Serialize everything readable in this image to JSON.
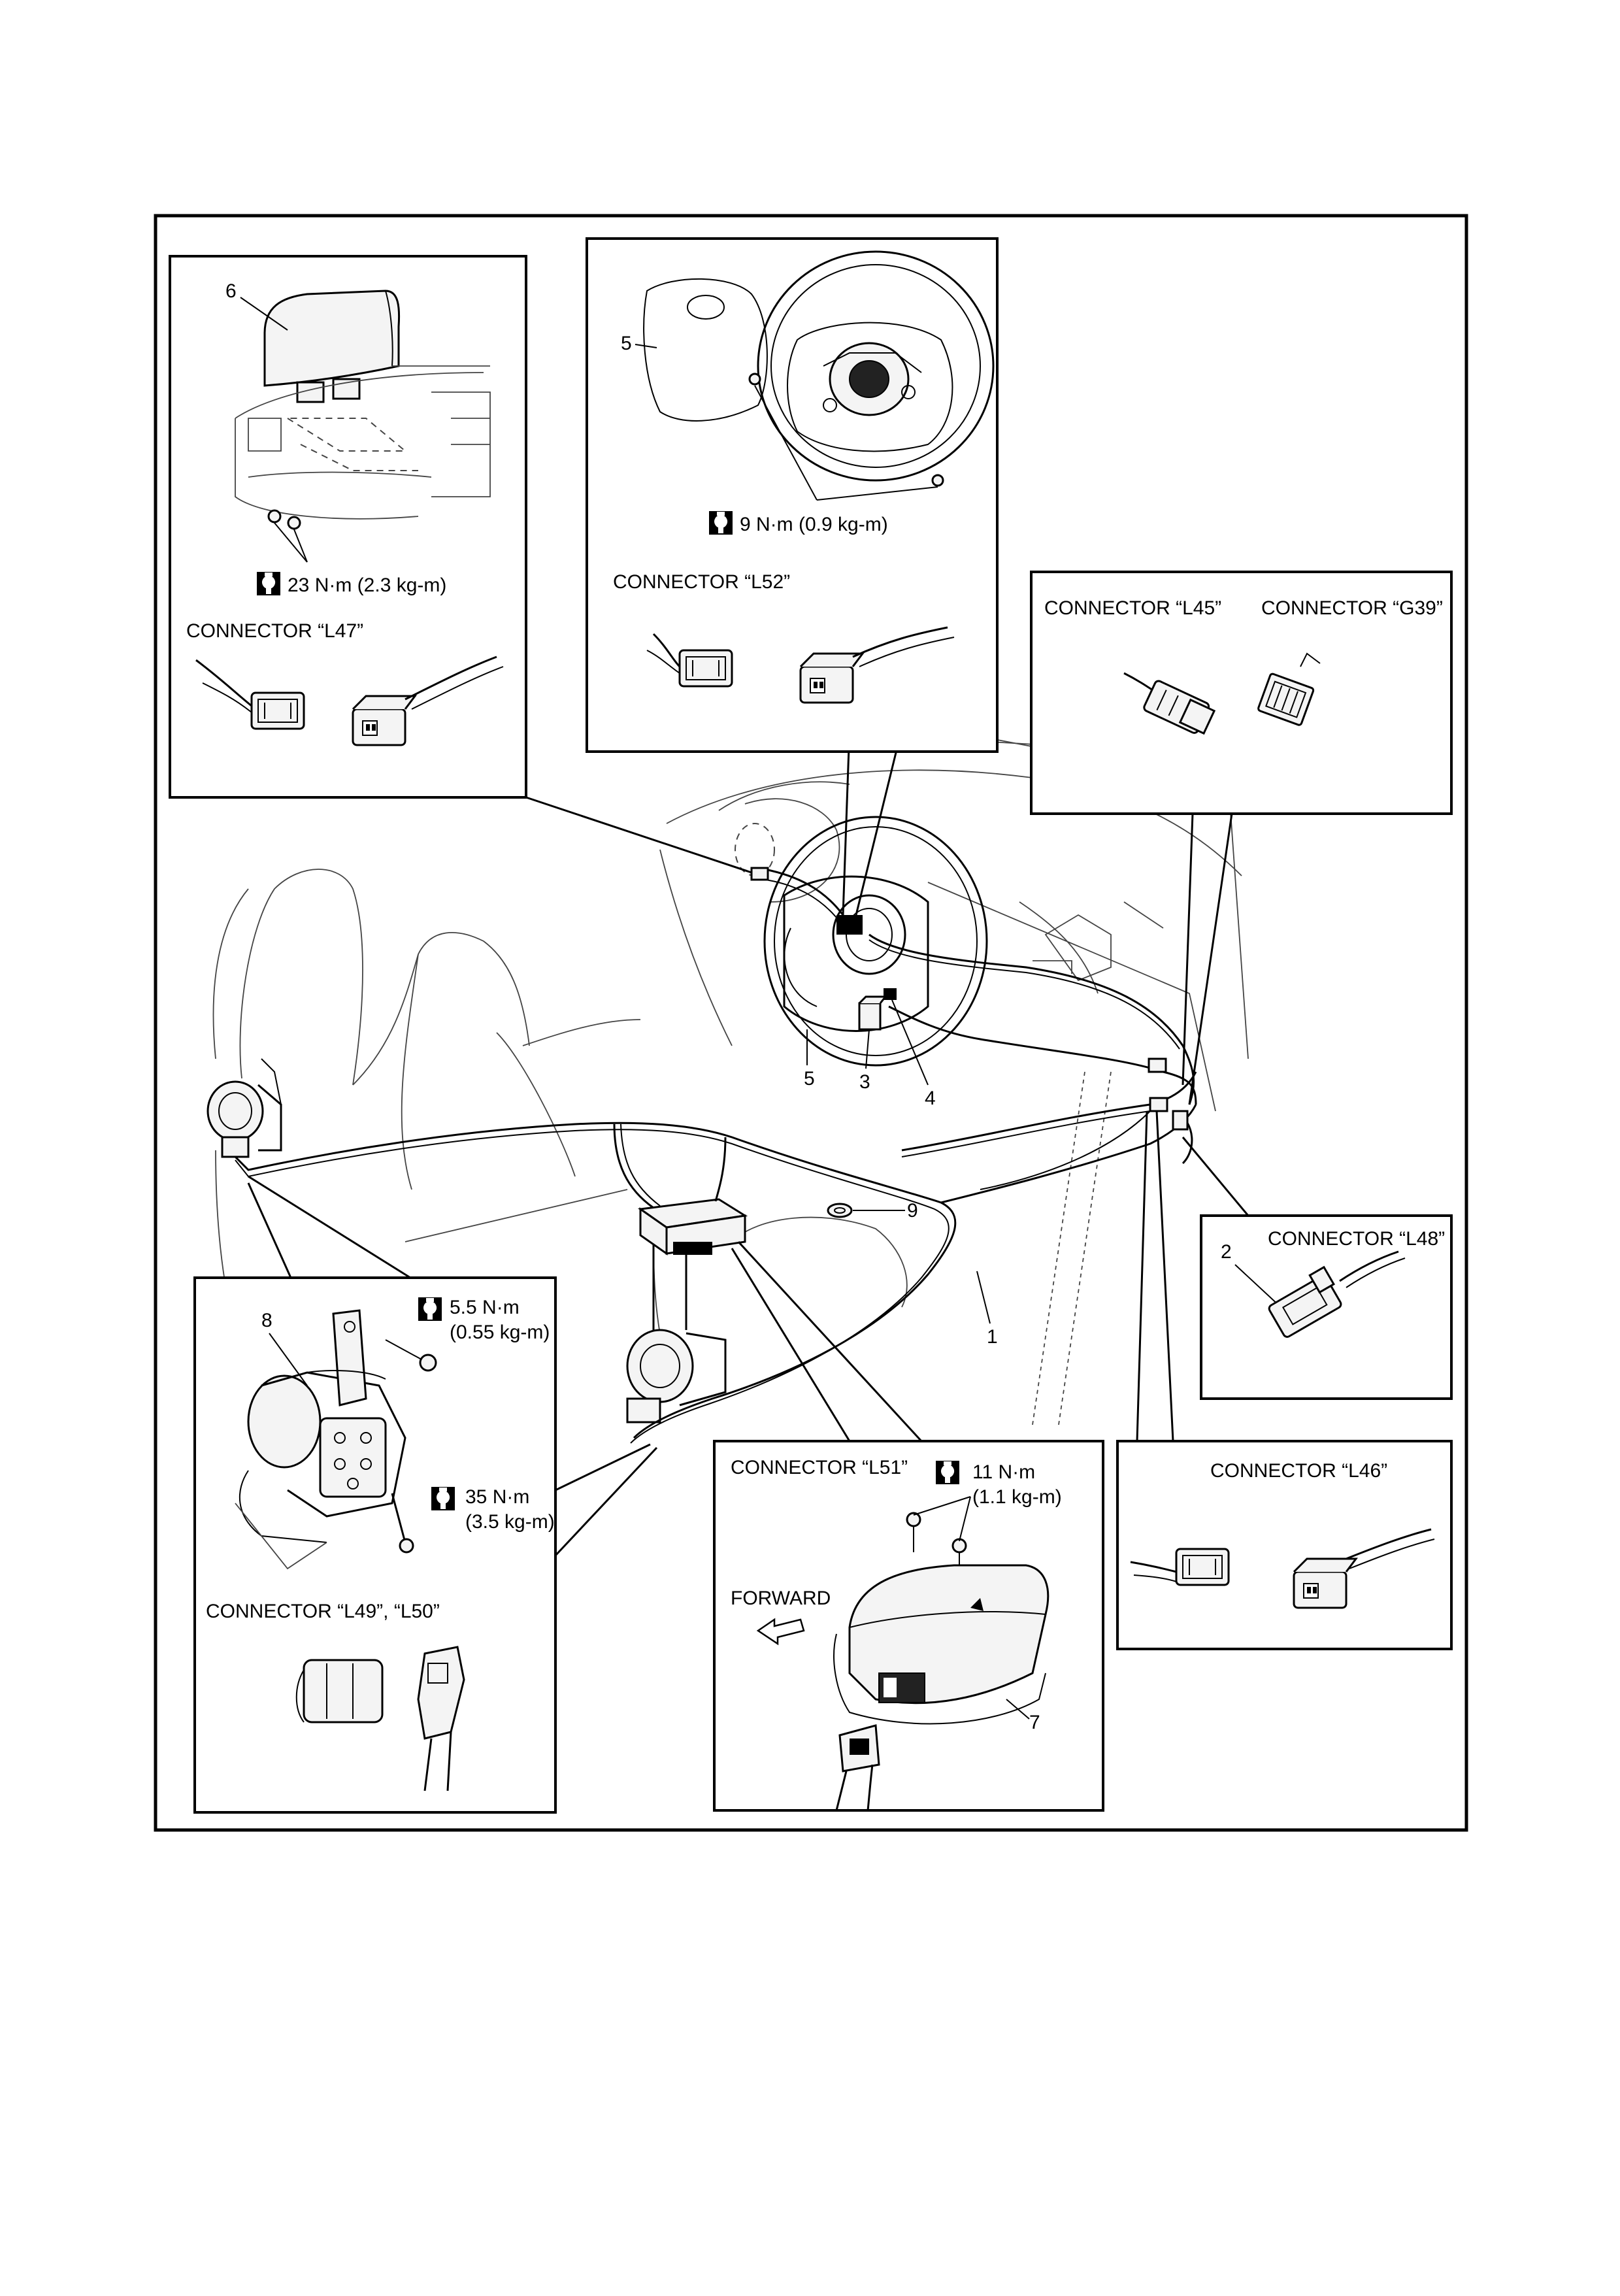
{
  "diagram": {
    "callouts": {
      "n1": "1",
      "n2": "2",
      "n3": "3",
      "n4": "4",
      "n5a": "5",
      "n5b": "5",
      "n6": "6",
      "n7": "7",
      "n8": "8",
      "n9": "9"
    },
    "connectors": {
      "l47": "CONNECTOR “L47”",
      "l52": "CONNECTOR “L52”",
      "l45": "CONNECTOR “L45”",
      "g39": "CONNECTOR “G39”",
      "l48": "CONNECTOR “L48”",
      "l46": "CONNECTOR “L46”",
      "l51": "CONNECTOR “L51”",
      "l49_l50": "CONNECTOR “L49”, “L50”"
    },
    "torque": {
      "t23": "23 N·m (2.3 kg-m)",
      "t9": "9 N·m (0.9 kg-m)",
      "t55_a": "5.5 N·m",
      "t55_b": "(0.55 kg-m)",
      "t35_a": "35 N·m",
      "t35_b": "(3.5 kg-m)",
      "t11_a": "11 N·m",
      "t11_b": "(1.1 kg-m)"
    },
    "forward": "FORWARD",
    "icon": "torque-wrench-icon"
  }
}
